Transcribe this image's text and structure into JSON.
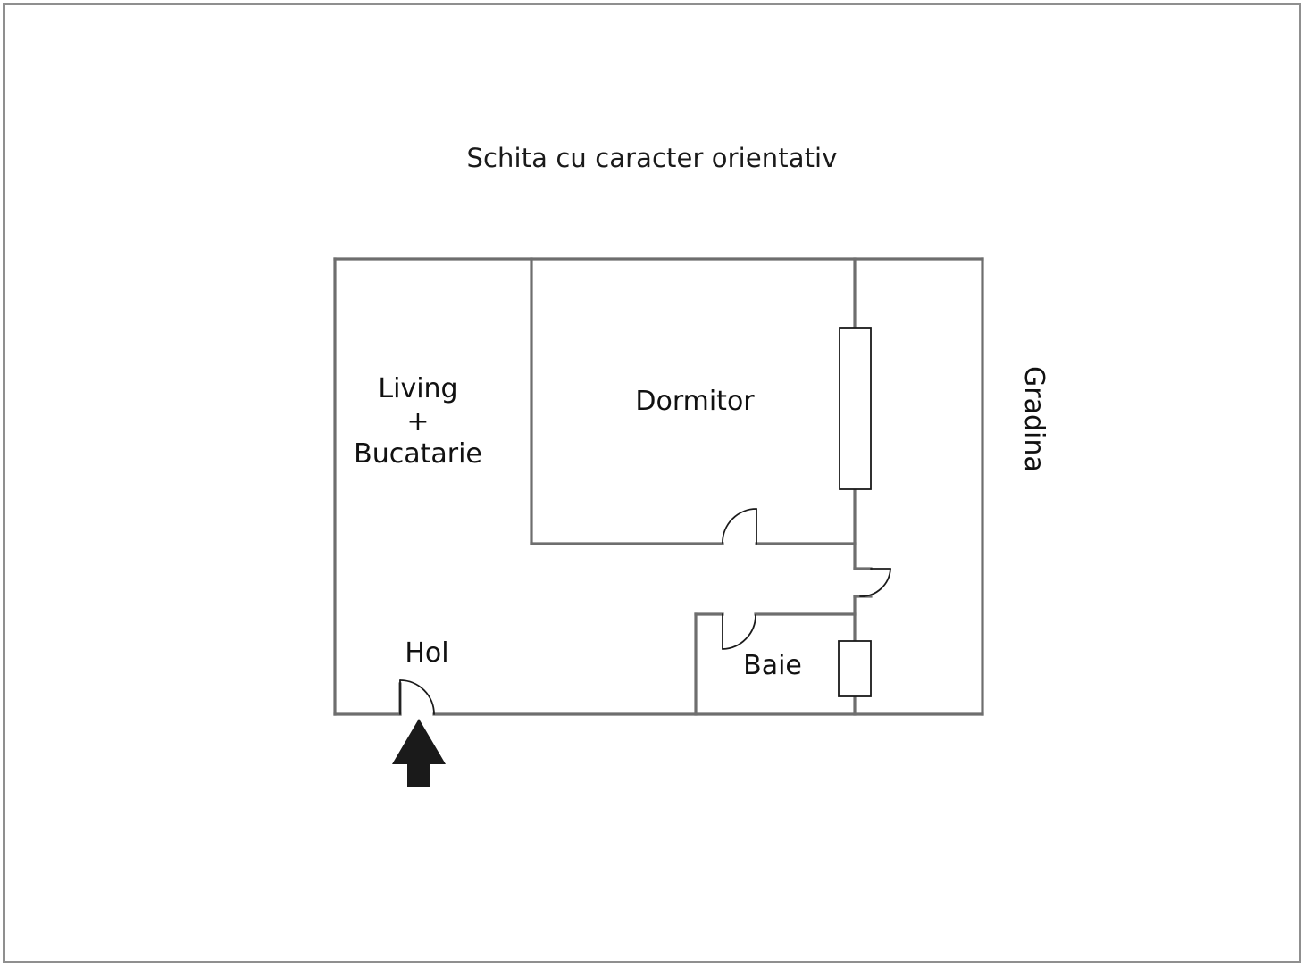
{
  "page": {
    "title": "Schita cu caracter orientativ",
    "background_color": "#ffffff",
    "border_color": "#8f8f8f",
    "wall_color": "#6e6e6e",
    "door_color": "#1a1a1a",
    "arrow_color": "#1a1a1a",
    "text_color": "#111111"
  },
  "floorplan": {
    "type": "apartment-floor-plan",
    "rooms": [
      {
        "id": "living",
        "label": "Living\n+\nBucatarie"
      },
      {
        "id": "dormitor",
        "label": "Dormitor"
      },
      {
        "id": "hol",
        "label": "Hol"
      },
      {
        "id": "baie",
        "label": "Baie"
      },
      {
        "id": "gradina",
        "label": "Gradina"
      }
    ],
    "features": {
      "entrance_arrow": "up-arrow",
      "windows": 2,
      "doors": 4
    }
  }
}
